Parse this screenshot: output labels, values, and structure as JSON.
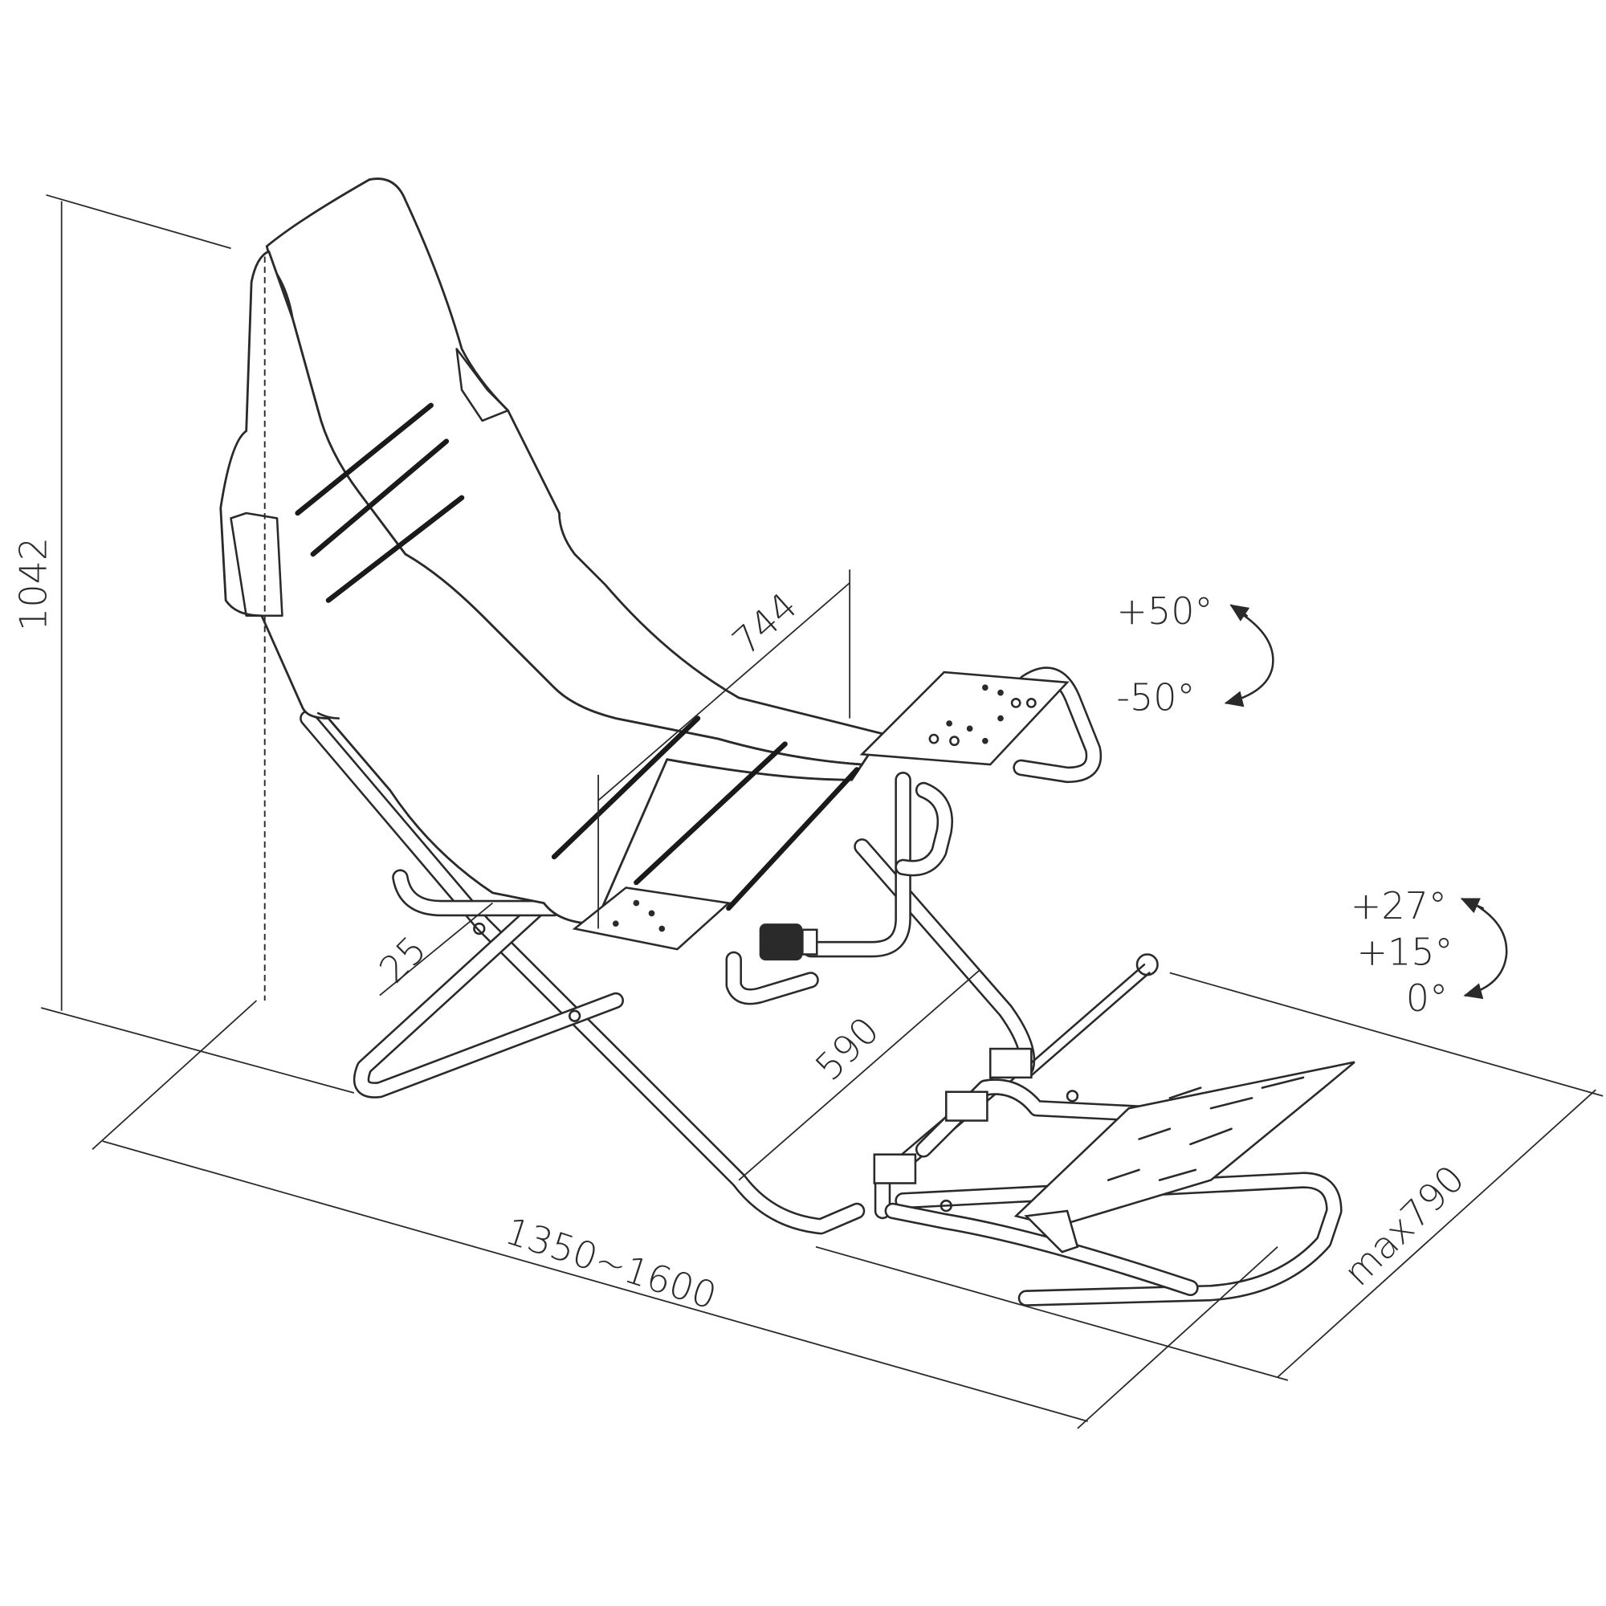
{
  "dimensions": {
    "height": "1042",
    "seat_width": "744",
    "offset": "25",
    "frame_width": "590",
    "length": "1350~1600",
    "pedal_depth": "max790"
  },
  "angles": {
    "wheel_up": "+50°",
    "wheel_down": "-50°",
    "pedal_max": "+27°",
    "pedal_mid": "+15°",
    "pedal_min": "0°"
  }
}
